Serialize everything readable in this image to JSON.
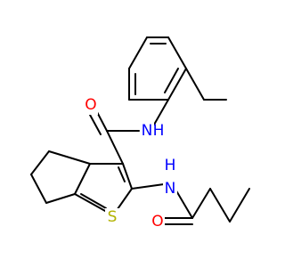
{
  "molecule": {
    "atoms": {
      "o_amide": {
        "label": "O",
        "color": "#ff0000"
      },
      "n_amide": {
        "label": "N",
        "color": "#0000ff"
      },
      "h_amide": {
        "label": "H",
        "color": "#0000ff"
      },
      "n_butanamide": {
        "label": "N",
        "color": "#0000ff"
      },
      "h_butanamide": {
        "label": "H",
        "color": "#0000ff"
      },
      "s_ring": {
        "label": "S",
        "color": "#b2b200"
      },
      "o_butanamide": {
        "label": "O",
        "color": "#ff0000"
      }
    },
    "bond_color": "#000000"
  }
}
